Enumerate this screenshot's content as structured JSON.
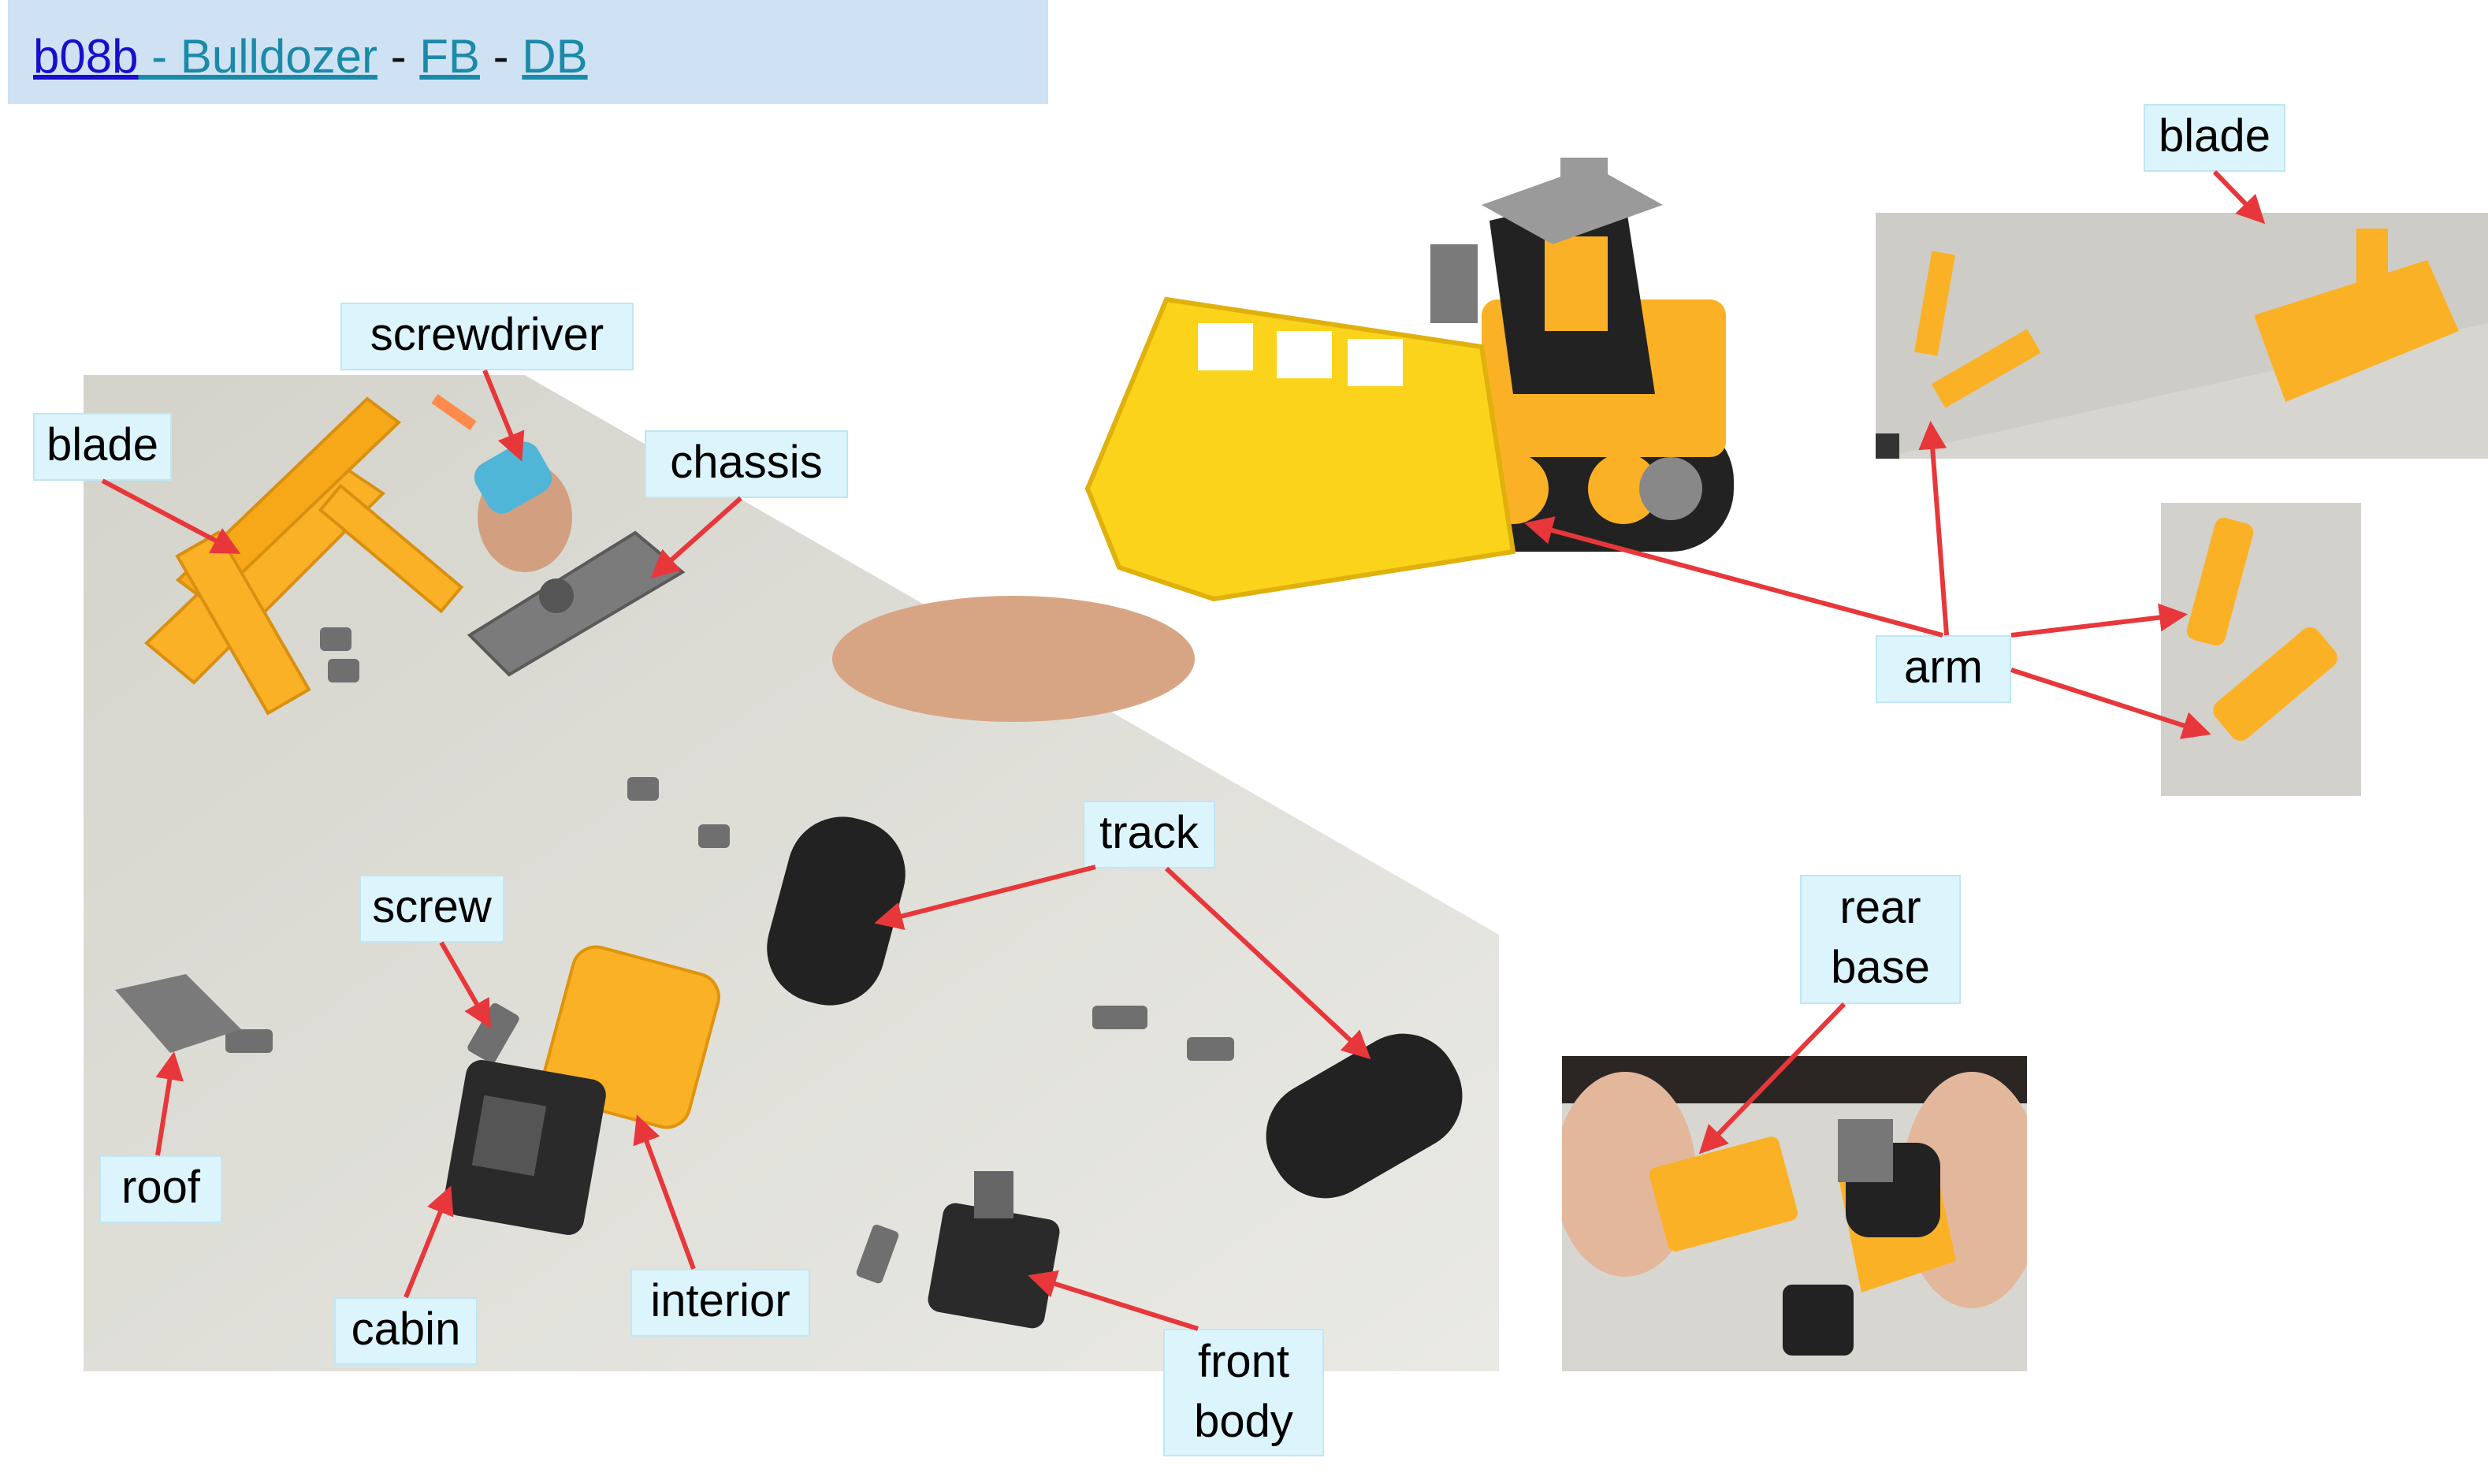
{
  "header": {
    "id_link": "b08b",
    "name_link": " - Bulldozer",
    "sep1": " - ",
    "fb_link": "FB",
    "sep2": "  - ",
    "db_link": "DB"
  },
  "labels": {
    "screwdriver": "screwdriver",
    "blade_main": "blade",
    "chassis": "chassis",
    "track": "track",
    "screw": "screw",
    "roof": "roof",
    "cabin": "cabin",
    "interior": "interior",
    "front_body": "front\nbody",
    "blade_top": "blade",
    "arm": "arm",
    "rear_base": "rear\nbase"
  },
  "colors": {
    "header_bg": "#cfe2f3",
    "label_bg": "#dcf4fb",
    "arrow": "#e8373a",
    "part_yellow": "#fbb125",
    "part_black": "#222222",
    "part_gray": "#7a7a7a"
  }
}
